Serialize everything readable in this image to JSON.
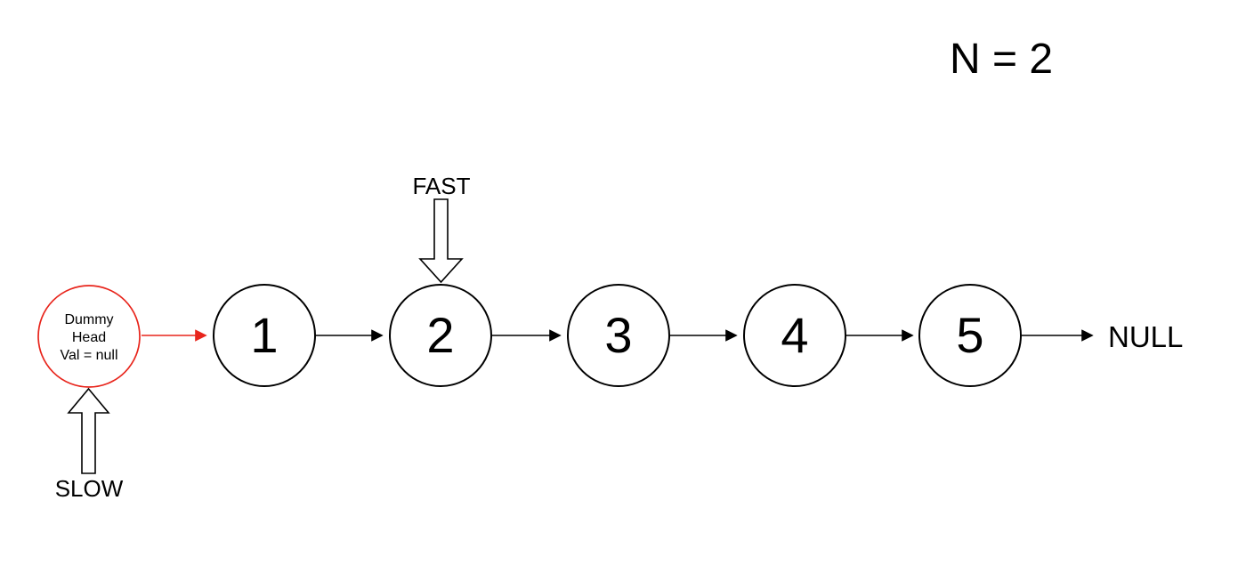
{
  "title": {
    "text": "N = 2"
  },
  "dummy_head": {
    "line1": "Dummy",
    "line2": "Head",
    "line3": "Val = null"
  },
  "nodes": [
    {
      "value": "1"
    },
    {
      "value": "2"
    },
    {
      "value": "3"
    },
    {
      "value": "4"
    },
    {
      "value": "5"
    }
  ],
  "labels": {
    "fast": "FAST",
    "slow": "SLOW",
    "null": "NULL"
  },
  "colors": {
    "red": "#e8251c",
    "black": "#000000",
    "background": "#ffffff"
  }
}
